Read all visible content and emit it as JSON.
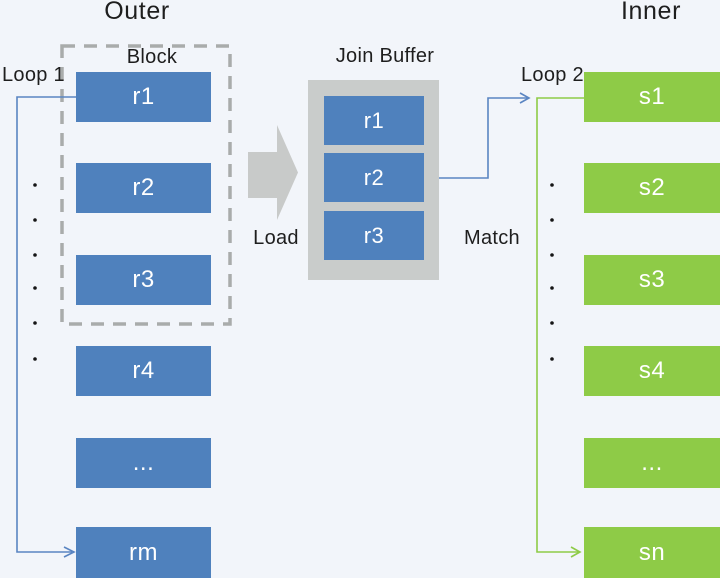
{
  "titles": {
    "outer": "Outer",
    "inner": "Inner"
  },
  "labels": {
    "block": "Block",
    "join_buffer": "Join Buffer",
    "loop_1": "Loop 1",
    "loop_2": "Loop 2",
    "load": "Load",
    "match": "Match"
  },
  "outer_table": {
    "rows": [
      "r1",
      "r2",
      "r3",
      "r4",
      "...",
      "rm"
    ]
  },
  "join_buffer": {
    "rows": [
      "r1",
      "r2",
      "r3"
    ]
  },
  "inner_table": {
    "rows": [
      "s1",
      "s2",
      "s3",
      "s4",
      "...",
      "sn"
    ]
  },
  "ellipsis": {
    "left_dots": 6,
    "right_dots": 6
  },
  "colors": {
    "background": "#f2f5fa",
    "outer_block": "#4f81bd",
    "inner_block": "#8ecb47",
    "buffer_background": "#c9cccb",
    "dashed_border": "#a9acab",
    "load_arrow": "#c8cac9",
    "arrow_blue": "#5a85c2",
    "arrow_green": "#8ecb47"
  }
}
